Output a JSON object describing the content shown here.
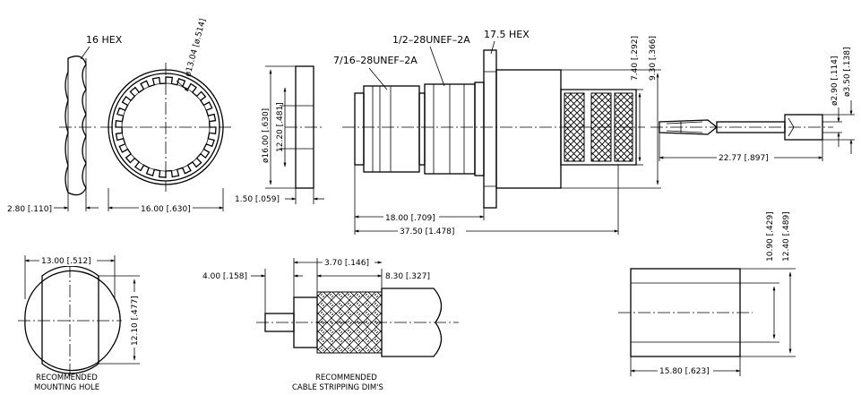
{
  "views": {
    "nut": {
      "hex_label": "16 HEX",
      "thickness_dim": "2.80 [.110]",
      "dia_dim": "16.00 [.630]",
      "thread_dia_dim": "ø13.04 [ø.514]"
    },
    "washer": {
      "od_dim": "ø16.00 [.630]",
      "id_dim": "12.20 [.481]",
      "thick_dim": "1.50 [.059]"
    },
    "connector": {
      "thread_front": "7/16–28UNEF–2A",
      "thread_rear": "1/2–28UNEF–2A",
      "hex_label": "17.5  HEX",
      "dim_7_40": "7.40 [.292]",
      "dim_9_30": "9.30 [.366]",
      "dim_18": "18.00 [.709]",
      "dim_37_5": "37.50 [1.478]"
    },
    "pin": {
      "dim_2_90": "ø2.90 [.114]",
      "dim_3_50": "ø3.50 [.138]",
      "dim_22_77": "22.77 [.897]"
    },
    "mounting_hole": {
      "width_dim": "13.00 [.512]",
      "height_dim": "12.10 [.477]",
      "caption_1": "RECOMMENDED",
      "caption_2": "MOUNTING  HOLE"
    },
    "stripping": {
      "dim_4": "4.00 [.158]",
      "dim_3_70": "3.70 [.146]",
      "dim_8_30": "8.30 [.327]",
      "caption_1": "RECOMMENDED",
      "caption_2": "CABLE  STRIPPING  DIM'S"
    },
    "ferrule": {
      "dim_10_90": "10.90 [.429]",
      "dim_12_40": "12.40 [.489]",
      "dim_15_80": "15.80 [.623]"
    }
  }
}
